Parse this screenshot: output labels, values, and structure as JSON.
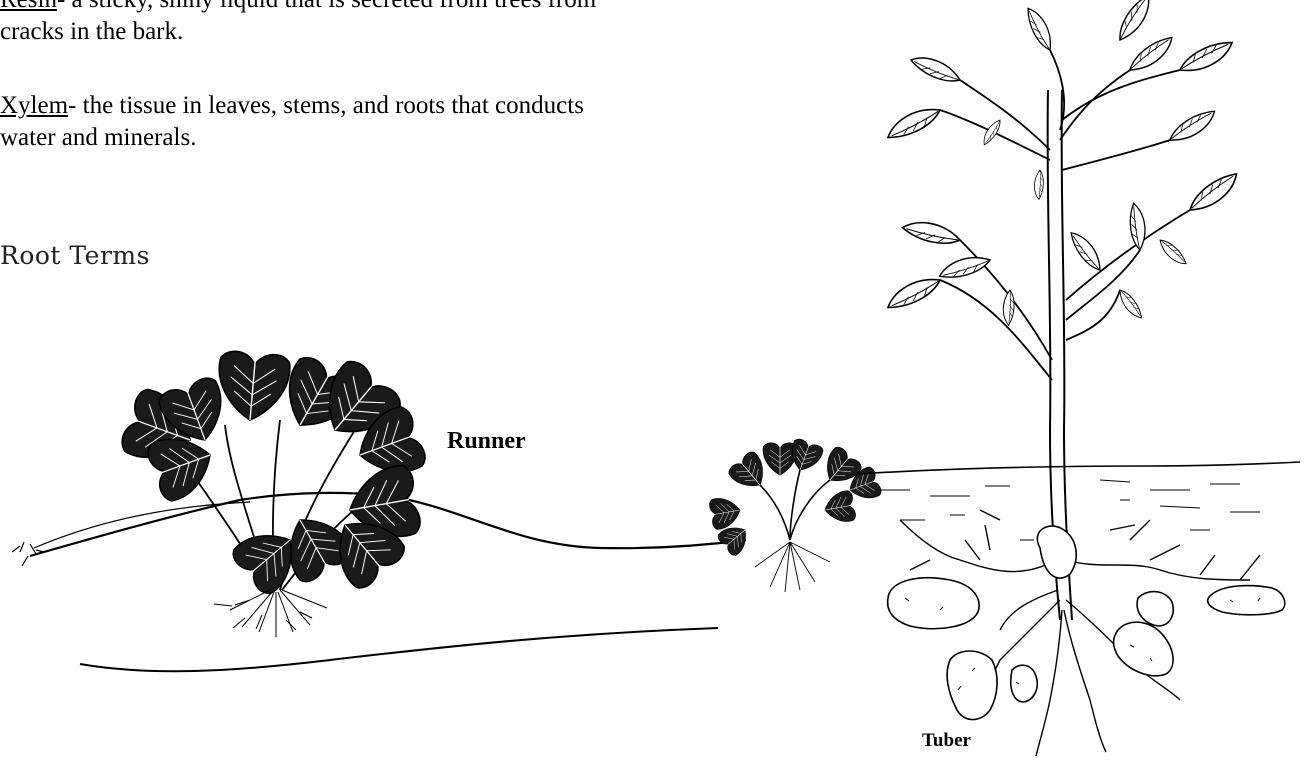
{
  "definitions": [
    {
      "term": "Resin",
      "separator": "- ",
      "text_lines": [
        "a sticky, shiny liquid that is secreted from trees from",
        "cracks in the bark."
      ]
    },
    {
      "term": "Xylem",
      "separator": "- ",
      "text_lines": [
        "the tissue in leaves, stems, and roots that conducts",
        "water and minerals."
      ]
    }
  ],
  "section_heading": "Root Terms",
  "figures": {
    "runner": {
      "label": "Runner",
      "icon": "strawberry-runner-illustration"
    },
    "tuber": {
      "label": "Tuber",
      "icon": "potato-tuber-illustration"
    }
  }
}
